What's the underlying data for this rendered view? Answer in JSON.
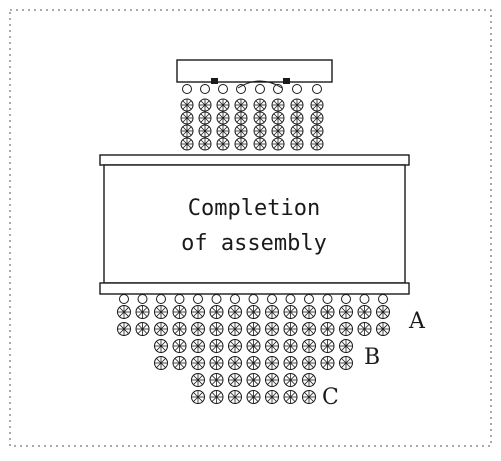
{
  "diagram": {
    "caption_line1": "Completion",
    "caption_line2": "of assembly",
    "tier_labels": [
      "A",
      "B",
      "C"
    ],
    "colors": {
      "line": "#1a1a1a",
      "border": "#555555",
      "background": "#ffffff"
    }
  }
}
